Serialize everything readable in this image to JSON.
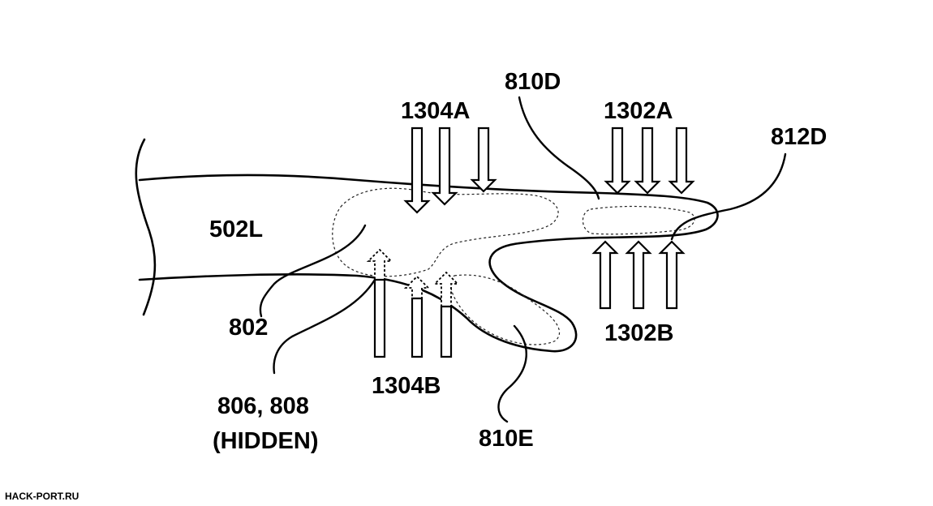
{
  "labels": {
    "label_502L": "502L",
    "label_802": "802",
    "label_806_808": "806, 808",
    "label_hidden": "(HIDDEN)",
    "label_1304A": "1304A",
    "label_1304B": "1304B",
    "label_1302A": "1302A",
    "label_1302B": "1302B",
    "label_810D": "810D",
    "label_810E": "810E",
    "label_812D": "812D"
  },
  "watermark": "HACK-PORT.RU",
  "colors": {
    "line": "#000000",
    "background": "#ffffff"
  }
}
